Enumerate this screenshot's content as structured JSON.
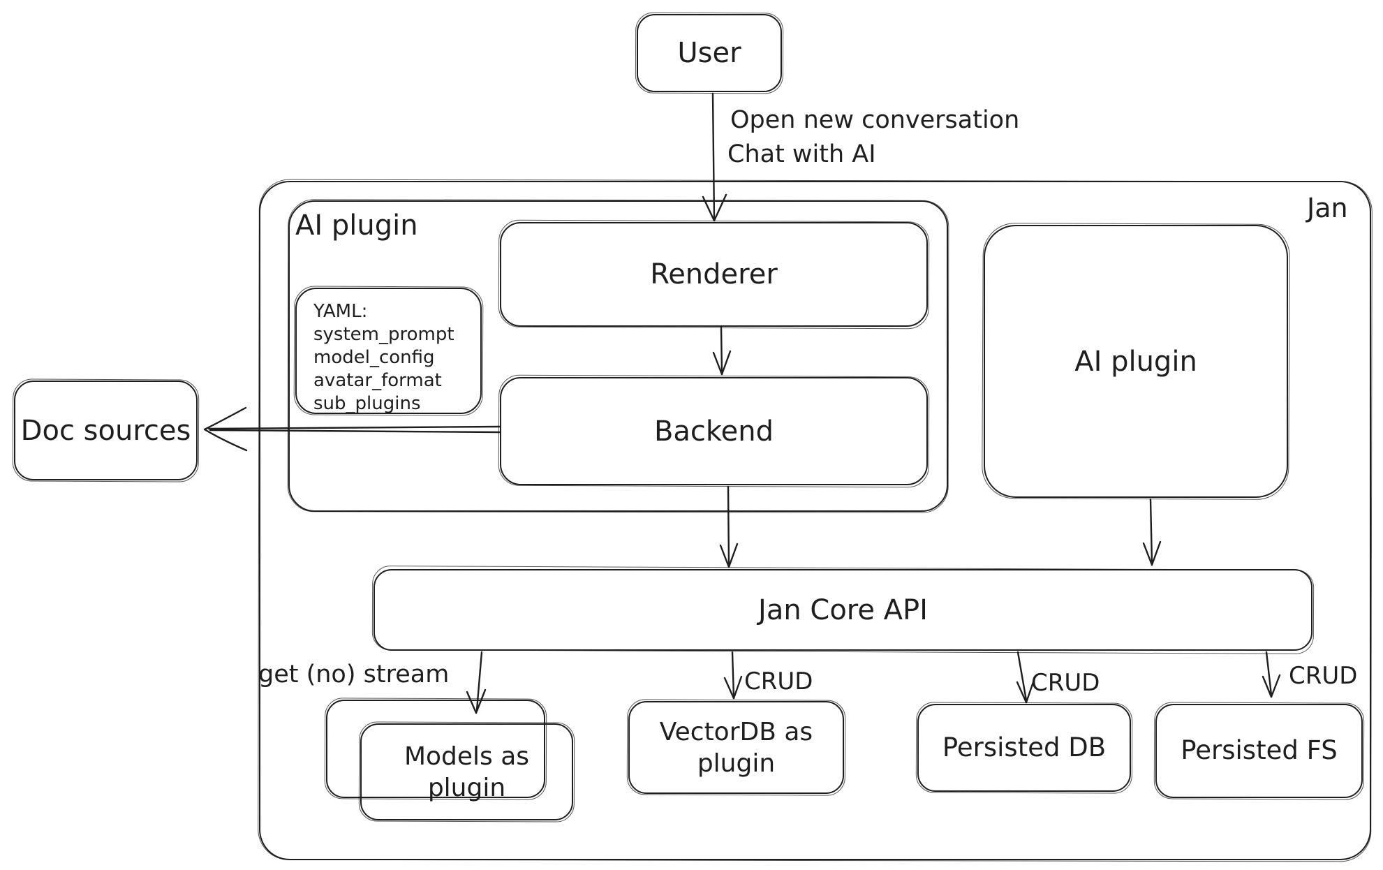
{
  "colors": {
    "stroke": "#1e1e1e",
    "background": "#ffffff"
  },
  "container_labels": {
    "jan": "Jan",
    "ai_plugin": "AI plugin"
  },
  "nodes": {
    "user": {
      "label": "User"
    },
    "renderer": {
      "label": "Renderer"
    },
    "backend": {
      "label": "Backend"
    },
    "ai_plugin_right": {
      "label": "AI plugin"
    },
    "doc_sources": {
      "label": "Doc sources"
    },
    "jan_core_api": {
      "label": "Jan Core API"
    },
    "models_as_plugin": {
      "label": "Models as plugin"
    },
    "vectordb_as_plugin": {
      "label": "VectorDB as plugin"
    },
    "persisted_db": {
      "label": "Persisted DB"
    },
    "persisted_fs": {
      "label": "Persisted FS"
    }
  },
  "yaml_note": {
    "lines": [
      "YAML:",
      "system_prompt",
      "model_config",
      "avatar_format",
      "sub_plugins"
    ]
  },
  "edges": {
    "user_to_renderer": {
      "from": "User",
      "to": "Renderer",
      "label_lines": [
        "Open new conversation",
        "Chat with AI"
      ]
    },
    "renderer_to_backend": {
      "from": "Renderer",
      "to": "Backend"
    },
    "backend_to_doc_sources": {
      "from": "Backend",
      "to": "Doc sources"
    },
    "backend_to_jan_core_api": {
      "from": "Backend",
      "to": "Jan Core API"
    },
    "ai_plugin_to_jan_core_api": {
      "from": "AI plugin",
      "to": "Jan Core API"
    },
    "jan_core_to_models": {
      "from": "Jan Core API",
      "to": "Models as plugin",
      "label": "get (no) stream"
    },
    "jan_core_to_vectordb": {
      "from": "Jan Core API",
      "to": "VectorDB as plugin",
      "label": "CRUD"
    },
    "jan_core_to_persisted_db": {
      "from": "Jan Core API",
      "to": "Persisted DB",
      "label": "CRUD"
    },
    "jan_core_to_persisted_fs": {
      "from": "Jan Core API",
      "to": "Persisted FS",
      "label": "CRUD"
    }
  }
}
